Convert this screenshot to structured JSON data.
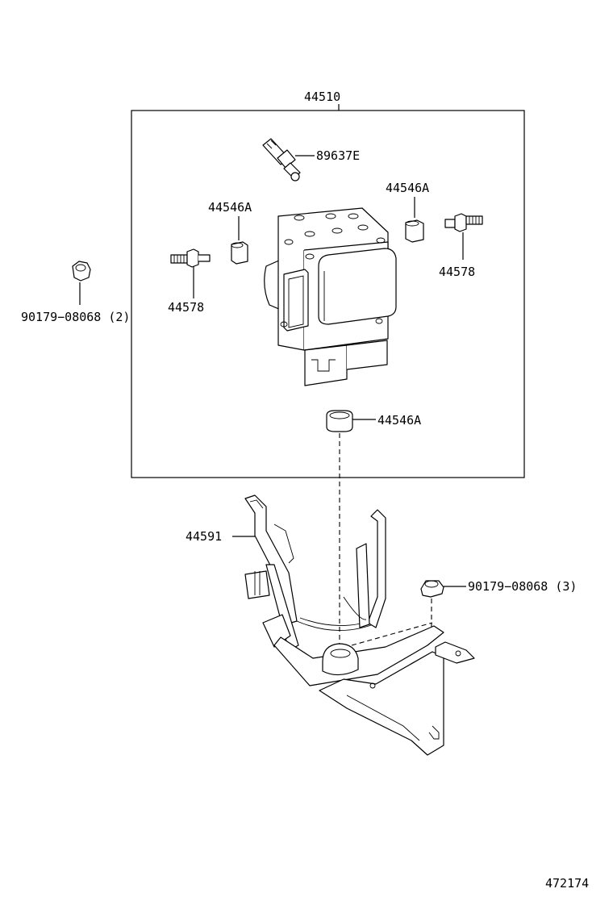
{
  "diagram": {
    "assembly_number": "44510",
    "labels": {
      "sensor": "89637E",
      "spacer_left": "44546A",
      "spacer_right": "44546A",
      "spacer_bottom": "44546A",
      "stud_left": "44578",
      "stud_right": "44578",
      "nut_left": "90179−08068 (2)",
      "nut_right": "90179−08068 (3)",
      "bracket": "44591"
    },
    "illustration_id": "472174"
  }
}
